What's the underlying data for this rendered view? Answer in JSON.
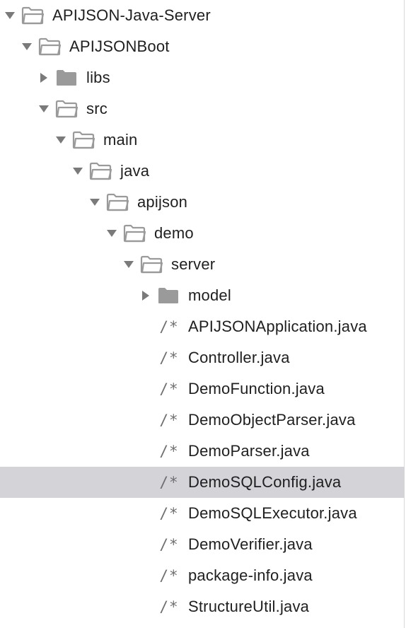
{
  "tree": {
    "items": [
      {
        "label": "APIJSON-Java-Server",
        "type": "folder",
        "state": "open",
        "depth": 0
      },
      {
        "label": "APIJSONBoot",
        "type": "folder",
        "state": "open",
        "depth": 1
      },
      {
        "label": "libs",
        "type": "folder",
        "state": "closed",
        "depth": 2
      },
      {
        "label": "src",
        "type": "folder",
        "state": "open",
        "depth": 2
      },
      {
        "label": "main",
        "type": "folder",
        "state": "open",
        "depth": 3
      },
      {
        "label": "java",
        "type": "folder",
        "state": "open",
        "depth": 4
      },
      {
        "label": "apijson",
        "type": "folder",
        "state": "open",
        "depth": 5
      },
      {
        "label": "demo",
        "type": "folder",
        "state": "open",
        "depth": 6
      },
      {
        "label": "server",
        "type": "folder",
        "state": "open",
        "depth": 7
      },
      {
        "label": "model",
        "type": "folder",
        "state": "closed",
        "depth": 8
      },
      {
        "label": "APIJSONApplication.java",
        "type": "file",
        "glyph": "/*",
        "depth": 8
      },
      {
        "label": "Controller.java",
        "type": "file",
        "glyph": "/*",
        "depth": 8
      },
      {
        "label": "DemoFunction.java",
        "type": "file",
        "glyph": "/*",
        "depth": 8
      },
      {
        "label": "DemoObjectParser.java",
        "type": "file",
        "glyph": "/*",
        "depth": 8
      },
      {
        "label": "DemoParser.java",
        "type": "file",
        "glyph": "/*",
        "depth": 8
      },
      {
        "label": "DemoSQLConfig.java",
        "type": "file",
        "glyph": "/*",
        "depth": 8,
        "selected": true
      },
      {
        "label": "DemoSQLExecutor.java",
        "type": "file",
        "glyph": "/*",
        "depth": 8
      },
      {
        "label": "DemoVerifier.java",
        "type": "file",
        "glyph": "/*",
        "depth": 8
      },
      {
        "label": "package-info.java",
        "type": "file",
        "glyph": "/*",
        "depth": 8
      },
      {
        "label": "StructureUtil.java",
        "type": "file",
        "glyph": "/*",
        "depth": 8
      }
    ]
  },
  "colors": {
    "folder_fill": "#9a9a9a",
    "selection": "#d3d3d8",
    "caret": "#7a7a7a"
  },
  "icons": {
    "folder_open": "folder-open-icon",
    "folder_closed": "folder-icon",
    "java_file": "java-file-icon"
  }
}
